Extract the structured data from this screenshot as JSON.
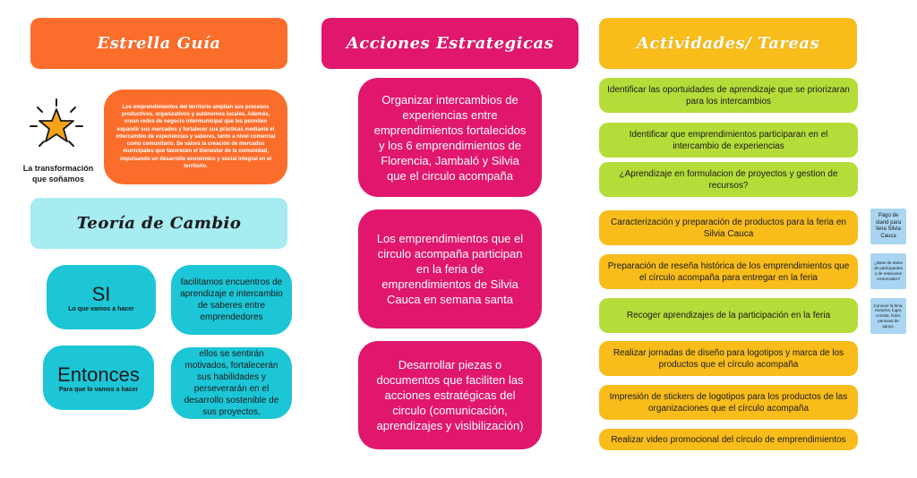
{
  "columns": {
    "estrella_header": "Estrella Guía",
    "acciones_header": "Acciones  Estrategicas",
    "actividades_header": "Actividades/ Tareas"
  },
  "estrella": {
    "caption": "La transformación que soñamos",
    "text": "Los emprendimientos del territorio amplían sus procesos productivos, organizativos y autónomos locales. Además, crean redes de negocio intermunicipal que les permiten expandir sus mercados y fortalecer sus prácticas mediante el intercambio de experiencias y saberes, tanto a nivel comercial como comunitario. Se valora la creación de mercados municipales que favorecen el bienestar de la comunidad, impulsando un desarrollo económico y social integral en el territorio.",
    "icon": "star-icon",
    "colors": {
      "star": "#f8a41b",
      "box": "#fb6d2b"
    }
  },
  "teoria": {
    "header": "Teoría de Cambio",
    "si_title": "SI",
    "si_subtitle": "Lo que vamos a hacer",
    "si_text": "facilitamos encuentros de aprendizaje e intercambio de saberes entre emprendedores",
    "entonces_title": "Entonces",
    "entonces_subtitle": "Para que lo vamos a hacer",
    "entonces_text": "ellos se sentirán motivados, fortalecerán sus habilidades y perseverarán en el desarrollo sostenible de sus proyectos."
  },
  "acciones": [
    "Organizar intercambios de experiencias entre emprendimientos fortalecidos y los 6 emprendimientos de Florencia, Jambaló y Silvia que el circulo acompaña",
    "Los emprendimientos que el circulo acompaña participan en la feria de emprendimientos de Silvia Cauca en semana santa",
    "Desarrollar piezas o documentos que faciliten las acciones estratégicas del circulo (comunicación, aprendizajes y visibilización)"
  ],
  "actividades_green": [
    "Identificar las oportuidades de aprendizaje que se priorizaran para los intercambios",
    "Identificar que emprendimientos participaran en el intercambio de experiencias",
    "¿Aprendizaje en formulacion de proyectos y gestion de recursos?"
  ],
  "actividades_yellow_1": [
    "Caracterización y preparación de productos para la feria en Silvia Cauca",
    "Preparación de reseña histórica de los emprendimientos que el círculo acompaña para entregar en la feria"
  ],
  "actividad_green_2": "Recoger aprendizajes de la participación en la feria",
  "actividades_yellow_2": [
    "Realizar jornadas de diseño para logotipos y marca de los productos que el círculo acompaña",
    "Impresión de stickers de logotipos para los productos de las organizaciones que el círculo acompaña",
    "Realizar video promocional del círculo de emprendimientos"
  ],
  "notas": [
    "Pago de stand para feria Silvia Cauca",
    "¿Base de datos de participantes y de relaciones comerciales?",
    "Conocer la feria, Horarios, lugar, comida, hotel, personal de apoyo."
  ],
  "colors": {
    "orange": "#fb6d2b",
    "magenta": "#e0176d",
    "yellow": "#f8bc1b",
    "green": "#b5dd3a",
    "cyan": "#1cc6d6",
    "light_cyan": "#a6ecf1",
    "note_blue": "#a9d5f2"
  }
}
